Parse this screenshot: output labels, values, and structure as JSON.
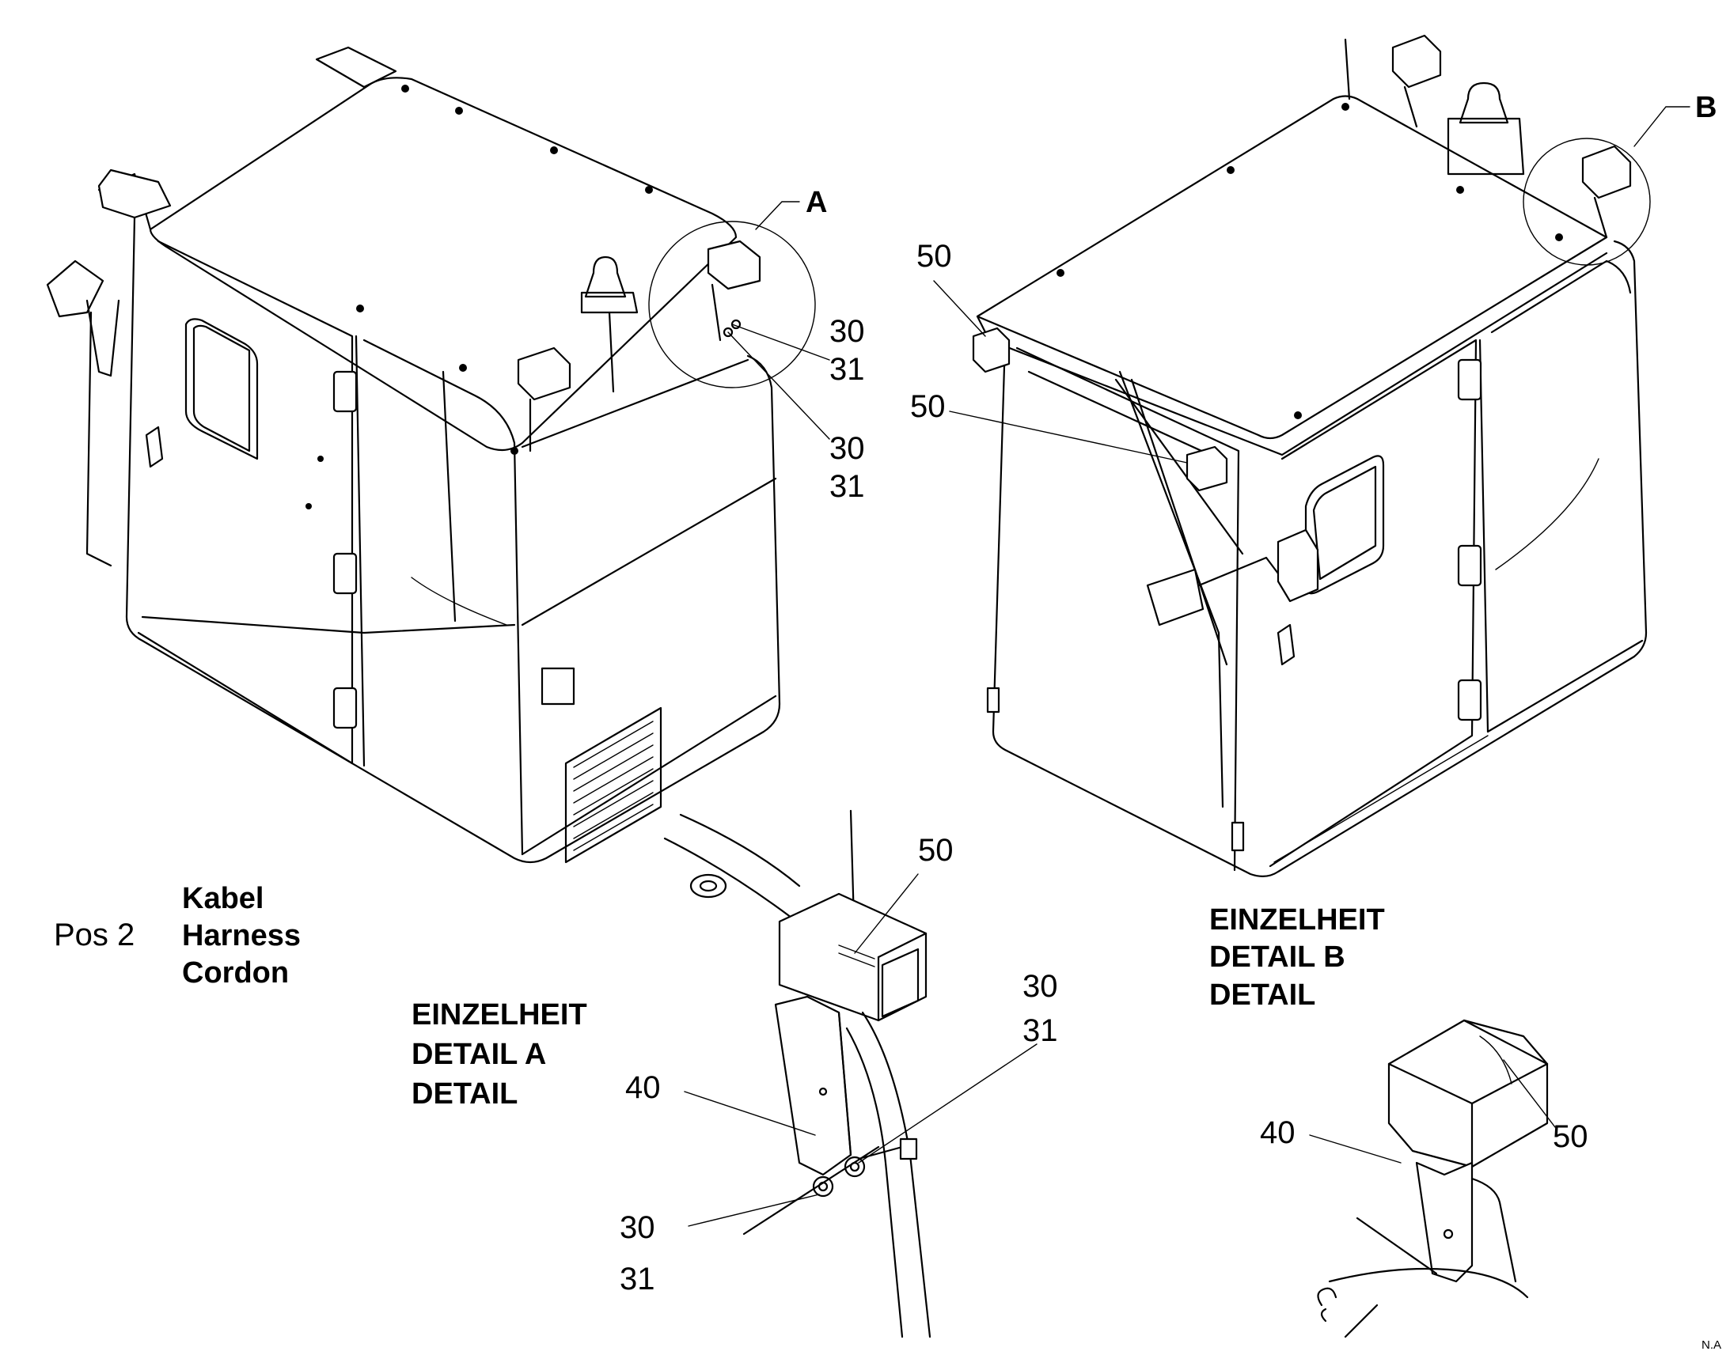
{
  "callouts": {
    "detail_a_marker": "A",
    "detail_b_marker": "B",
    "left_cab_30_upper": "30",
    "left_cab_31_upper": "31",
    "left_cab_30_lower": "30",
    "left_cab_31_lower": "31",
    "right_cab_50_upper": "50",
    "right_cab_50_lower": "50",
    "detail_a_50": "50",
    "detail_a_30_right": "30",
    "detail_a_31_right": "31",
    "detail_a_40": "40",
    "detail_a_30_left": "30",
    "detail_a_31_left": "31",
    "detail_b_40": "40",
    "detail_b_50": "50"
  },
  "position_note": {
    "pos_label": "Pos  2",
    "line1": "Kabel",
    "line2": "Harness",
    "line3": "Cordon"
  },
  "detail_a_title": {
    "line1": "EINZELHEIT",
    "line2": "DETAIL  A",
    "line3": "DETAIL"
  },
  "detail_b_title": {
    "line1": "EINZELHEIT",
    "line2": "DETAIL  B",
    "line3": "DETAIL"
  },
  "corner_mark": "N.A"
}
